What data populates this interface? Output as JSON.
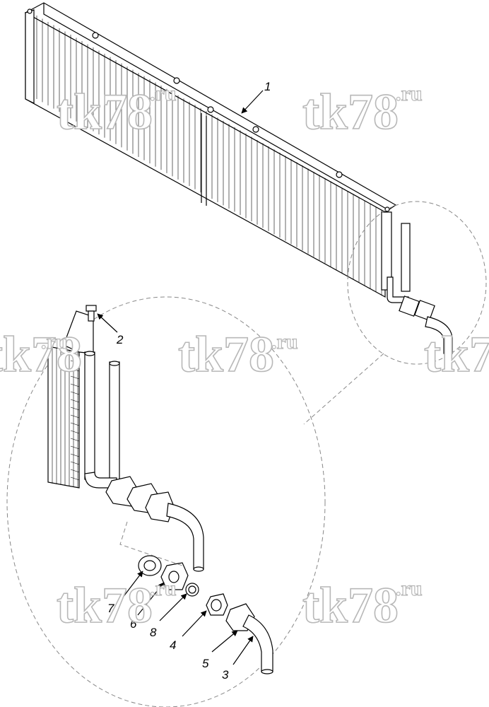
{
  "watermark": {
    "main": "tk78",
    "suffix": ".ru"
  },
  "callouts": [
    {
      "id": "c1",
      "label": "1"
    },
    {
      "id": "c2",
      "label": "2"
    },
    {
      "id": "c3",
      "label": "3"
    },
    {
      "id": "c4",
      "label": "4"
    },
    {
      "id": "c5",
      "label": "5"
    },
    {
      "id": "c6",
      "label": "6"
    },
    {
      "id": "c7",
      "label": "7"
    },
    {
      "id": "c8",
      "label": "8"
    }
  ]
}
